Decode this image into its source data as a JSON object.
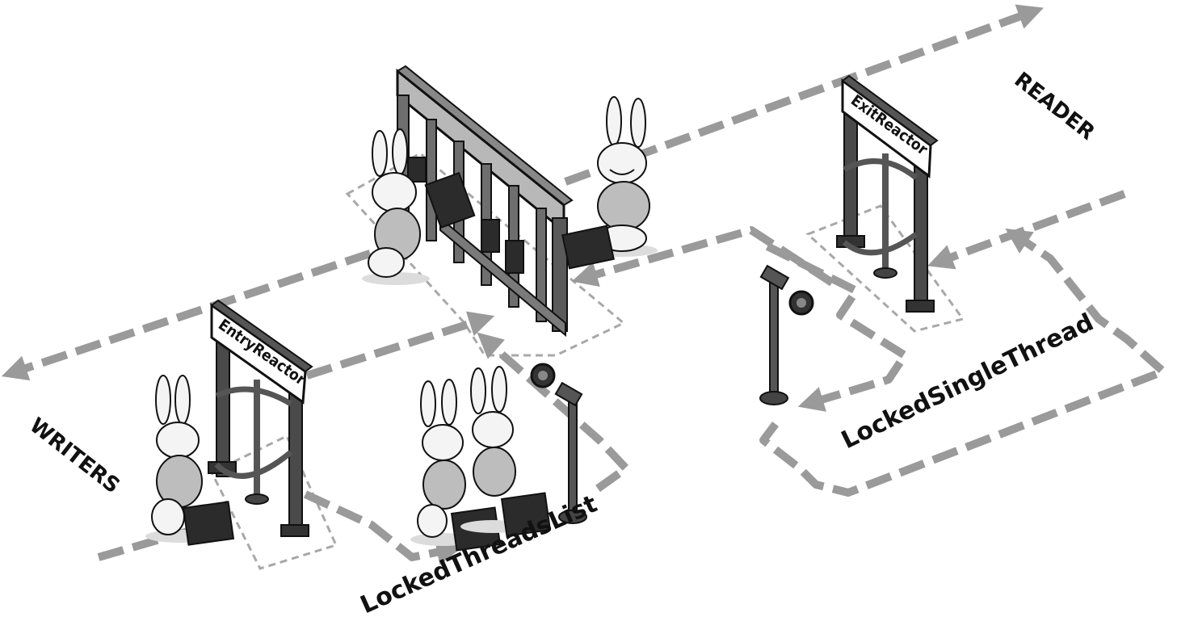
{
  "labels": {
    "writers": "WRITERS",
    "reader": "READER",
    "locked_threads_list": "LockedThreadsList",
    "locked_single_thread": "LockedSingleThread"
  },
  "signs": {
    "entry": "EntryReactor",
    "exit": "ExitReactor"
  },
  "colors": {
    "arrow": "#9a9a9a",
    "dash": "#a8a8a8",
    "ink": "#111111",
    "bunny": "#f4f4f4",
    "shirt": "#bdbdbd",
    "gate": "#6e6e6e",
    "case": "#2b2b2b"
  }
}
